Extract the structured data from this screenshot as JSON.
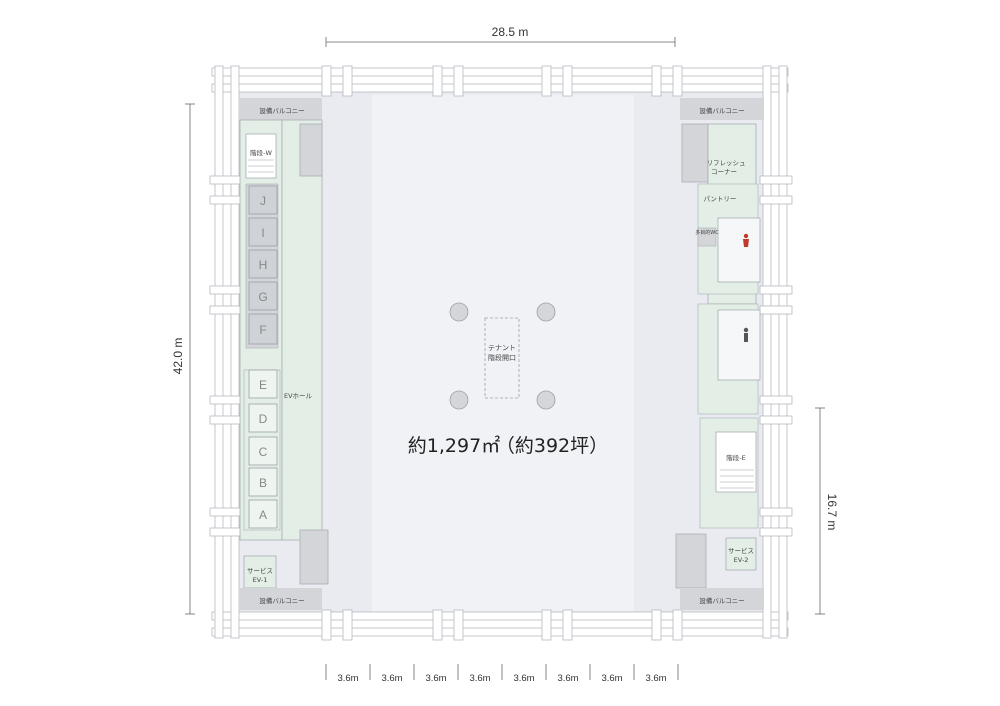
{
  "dimensions": {
    "width_top": "28.5 m",
    "height_left": "42.0 m",
    "height_right": "16.7 m",
    "bays": [
      "3.6m",
      "3.6m",
      "3.6m",
      "3.6m",
      "3.6m",
      "3.6m",
      "3.6m",
      "3.6m"
    ]
  },
  "labels": {
    "balcony_tl": "設備バルコニー",
    "balcony_tr": "設備バルコニー",
    "balcony_bl": "設備バルコニー",
    "balcony_br": "設備バルコニー",
    "stair_w": "階段-W",
    "stair_e": "階段-E",
    "ev_hall": "EVホール",
    "refresh_1": "リフレッシュ",
    "refresh_2": "コーナー",
    "pantry": "パントリー",
    "wc": "多目的WC",
    "tenant_1": "テナント",
    "tenant_2": "階段開口",
    "service_ev1_1": "サービス",
    "service_ev1_2": "EV-1",
    "service_ev2_1": "サービス",
    "service_ev2_2": "EV-2"
  },
  "elevators": [
    "J",
    "I",
    "H",
    "G",
    "F",
    "E",
    "D",
    "C",
    "B",
    "A"
  ],
  "area": {
    "text_m2": "約1,297㎡",
    "text_tsubo": "（約392坪）"
  },
  "colors": {
    "floor": "#e9ebf0",
    "floor_light": "#f1f2f5",
    "core": "#e3efe6",
    "gray_box": "#d3d5d9",
    "column": "#ffffff",
    "line": "#a8adb3",
    "restroom_red": "#c0392b"
  }
}
